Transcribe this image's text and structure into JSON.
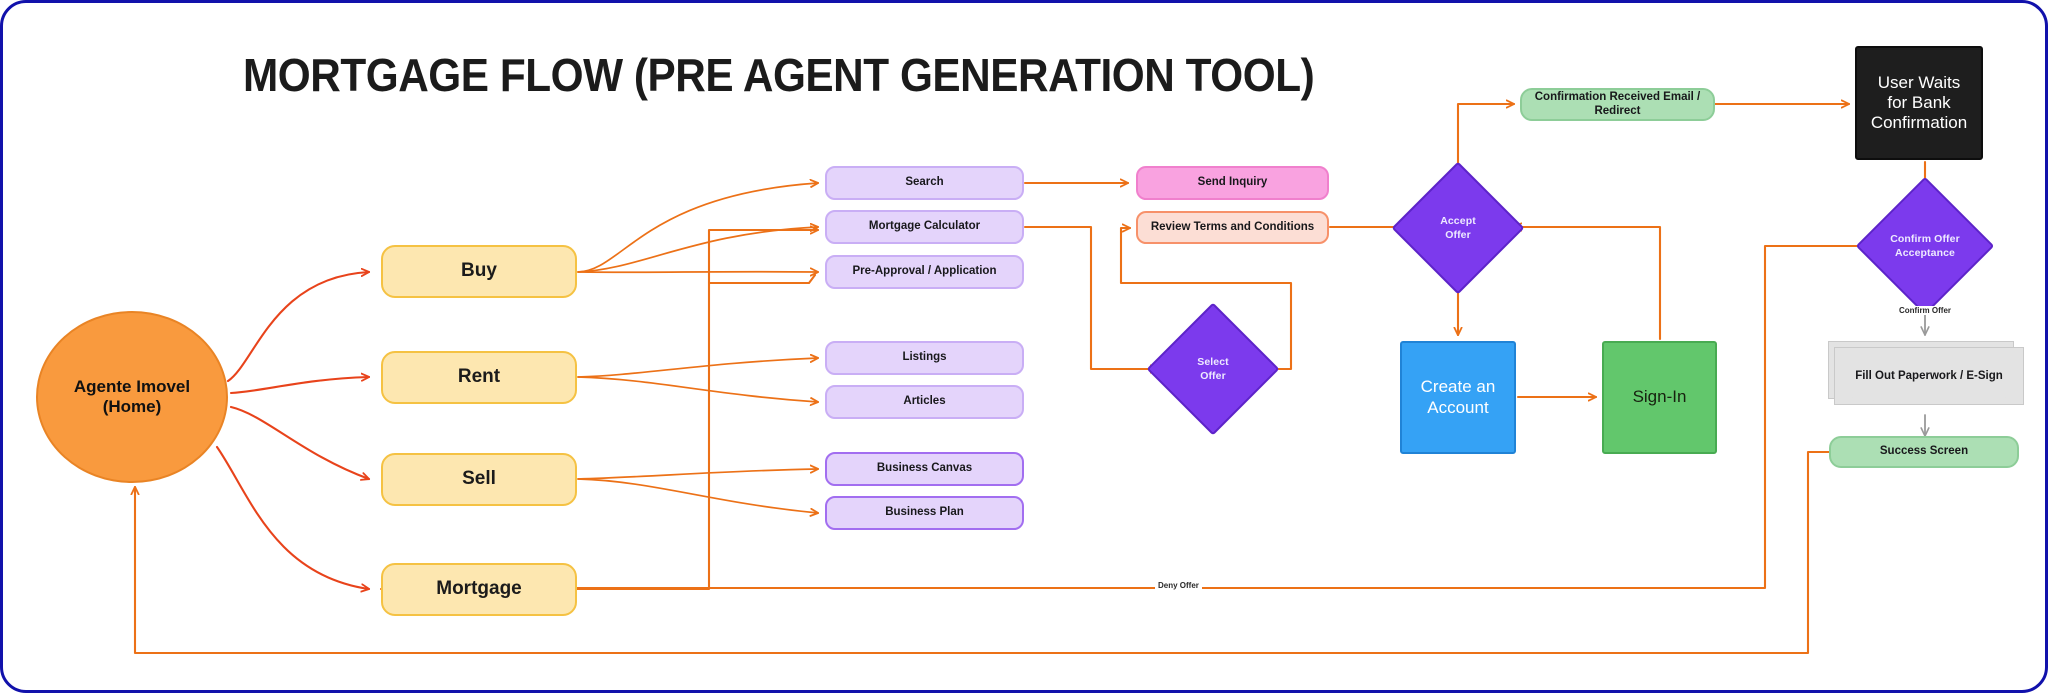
{
  "page": {
    "title": "MORTGAGE FLOW  (PRE AGENT GENERATION TOOL)",
    "border_color": "#1111ab",
    "background": "#ffffff"
  },
  "palette": {
    "edge_orange": "#ec7117",
    "edge_red": "#e8431b",
    "edge_gray": "#9a9a9a",
    "home_orange": "#f99a3e",
    "category_yellow": "#fde7b0",
    "subpage_purple": "#e4d4fb",
    "hot_pink": "#f9a2e0",
    "soft_peach": "#fcded5",
    "decision_purple": "#7c3aed",
    "mint_green": "#acdfb4",
    "wait_black": "#1e1e1e",
    "account_blue": "#35a2f5",
    "signin_green": "#62c76c",
    "paper_gray": "#e3e3e3"
  },
  "nodes": {
    "home": {
      "line1": "Agente Imovel",
      "line2": "(Home)"
    },
    "categories": [
      {
        "id": "buy",
        "label": "Buy"
      },
      {
        "id": "rent",
        "label": "Rent"
      },
      {
        "id": "sell",
        "label": "Sell"
      },
      {
        "id": "mortgage",
        "label": "Mortgage"
      }
    ],
    "subpages": [
      {
        "id": "search",
        "label": "Search"
      },
      {
        "id": "mortgage-calculator",
        "label": "Mortgage Calculator"
      },
      {
        "id": "pre-approval",
        "label": "Pre-Approval / Application"
      },
      {
        "id": "listings",
        "label": "Listings"
      },
      {
        "id": "articles",
        "label": "Articles"
      },
      {
        "id": "business-canvas",
        "label": "Business Canvas"
      },
      {
        "id": "business-plan",
        "label": "Business Plan"
      }
    ],
    "send_inquiry": {
      "label": "Send Inquiry"
    },
    "review_terms": {
      "label": "Review Terms and Conditions"
    },
    "select_offer": {
      "line1": "Select",
      "line2": "Offer"
    },
    "accept_offer": {
      "line1": "Accept",
      "line2": "Offer"
    },
    "confirmation_email": {
      "label": "Confirmation Received Email / Redirect"
    },
    "user_waits": {
      "line1": "User Waits",
      "line2": "for Bank",
      "line3": "Confirmation"
    },
    "confirm_offer_acceptance": {
      "line1": "Confirm Offer",
      "line2": "Acceptance"
    },
    "create_account": {
      "line1": "Create an",
      "line2": "Account"
    },
    "sign_in": {
      "label": "Sign-In"
    },
    "paperwork": {
      "label": "Fill Out Paperwork / E-Sign"
    },
    "success_screen": {
      "label": "Success Screen"
    }
  },
  "edge_labels": {
    "confirm_offer": "Confirm Offer",
    "deny_offer": "Deny Offer"
  }
}
